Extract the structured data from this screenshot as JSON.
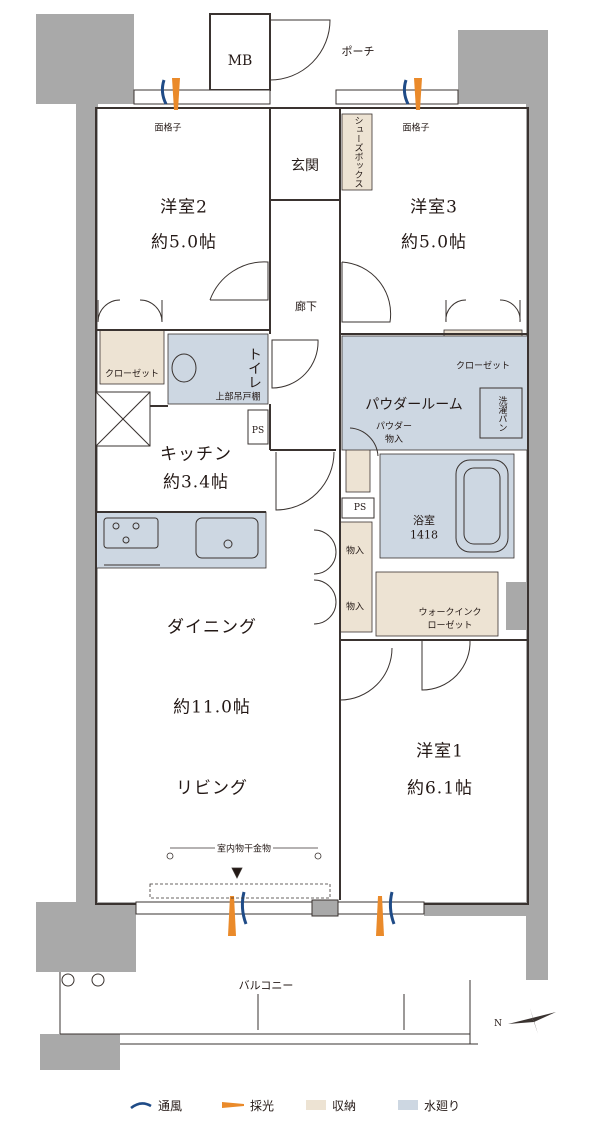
{
  "rooms": {
    "western2_name": "洋室2",
    "western2_size": "約5.0帖",
    "western3_name": "洋室3",
    "western3_size": "約5.0帖",
    "western1_name": "洋室1",
    "western1_size": "約6.1帖",
    "kitchen_name": "キッチン",
    "kitchen_size": "約3.4帖",
    "dining": "ダイニング",
    "ldk_size": "約11.0帖",
    "living": "リビング",
    "entrance": "玄関",
    "hallway": "廊下",
    "porch": "ポーチ",
    "mb": "MB",
    "toilet": "トイレ",
    "upper_cabinet": "上部吊戸棚",
    "powder_room": "パウダールーム",
    "powder_storage": "パウダー物入",
    "washer_pan": "洗濯パン",
    "bathroom_name": "浴室",
    "bathroom_size": "1418",
    "walk_in_closet": "ウォークインクローゼット",
    "closet_left": "クローゼット",
    "closet_right": "クローゼット",
    "storage1": "物入",
    "storage2": "物入",
    "ps1": "PS",
    "ps2": "PS",
    "shoe_box": "シューズボックス",
    "lattice_left": "面格子",
    "lattice_right": "面格子",
    "indoor_drying": "室内物干金物",
    "balcony": "バルコニー",
    "north": "N"
  },
  "legend": {
    "ventilation": "通風",
    "daylight": "採光",
    "storage": "収納",
    "water": "水廻り"
  },
  "colors": {
    "wall": "#a9a9a9",
    "storage": "#ede3d3",
    "water": "#cdd7e2",
    "ventilation": "#1f4b87",
    "daylight": "#ea8a2a",
    "line": "#3a3330"
  }
}
